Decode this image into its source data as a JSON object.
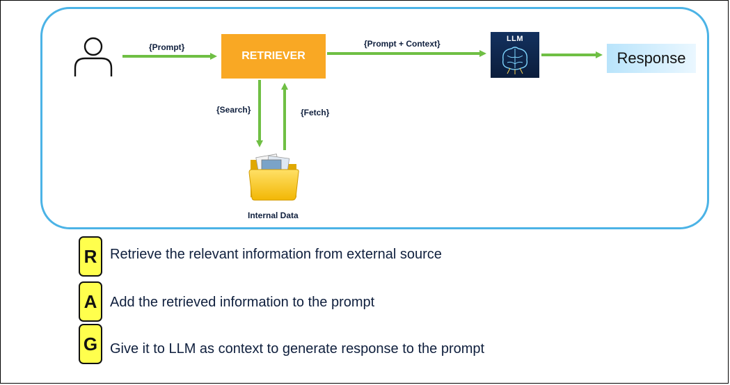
{
  "diagram": {
    "labels": {
      "prompt": "{Prompt}",
      "prompt_context": "{Prompt + Context}",
      "search": "{Search}",
      "fetch": "{Fetch}"
    },
    "nodes": {
      "user": "user-icon",
      "retriever": "RETRIEVER",
      "llm": "LLM",
      "response": "Response",
      "internal_data": "Internal Data"
    },
    "colors": {
      "panel_border": "#4bb3e6",
      "arrow": "#6fbf44",
      "retriever": "#f9a824",
      "rag_box": "#ffff4d"
    }
  },
  "rag": [
    {
      "letter": "R",
      "text": "Retrieve the relevant information from external source"
    },
    {
      "letter": "A",
      "text": "Add the retrieved information to the prompt"
    },
    {
      "letter": "G",
      "text": "Give it to LLM as context to generate response to the prompt"
    }
  ]
}
